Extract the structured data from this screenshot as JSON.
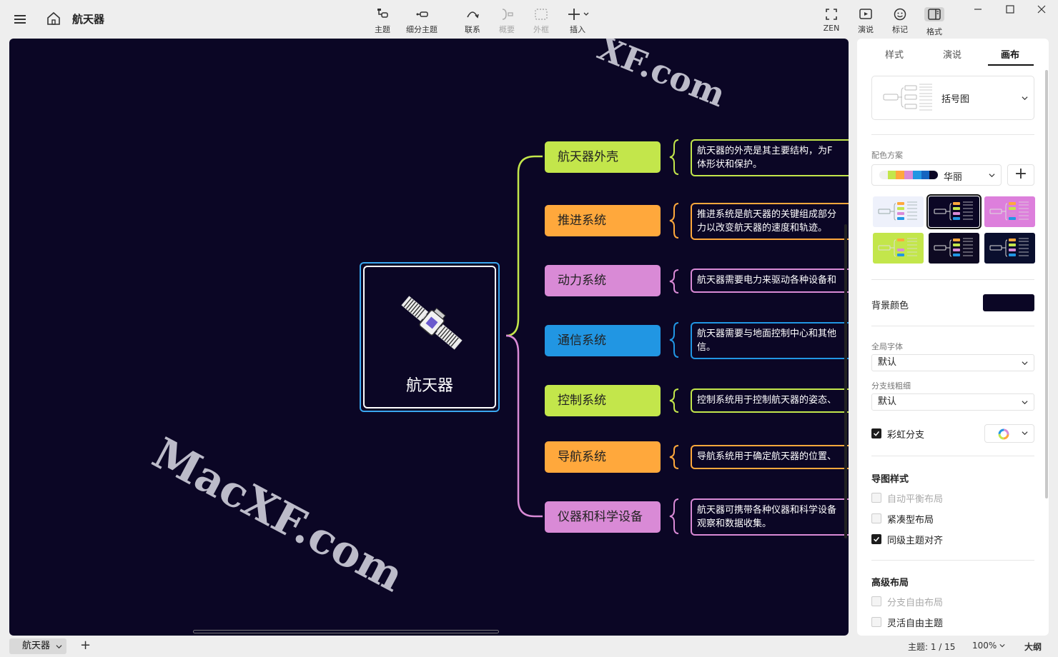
{
  "app": {
    "document_title": "航天器"
  },
  "toolbar": {
    "tools": [
      {
        "label": "主题",
        "icon": "topic-icon",
        "enabled": true
      },
      {
        "label": "细分主题",
        "icon": "subtopic-icon",
        "enabled": true
      },
      {
        "label": "联系",
        "icon": "relationship-icon",
        "enabled": true
      },
      {
        "label": "概要",
        "icon": "summary-icon",
        "enabled": false
      },
      {
        "label": "外框",
        "icon": "boundary-icon",
        "enabled": false
      },
      {
        "label": "插入",
        "icon": "insert-icon",
        "enabled": true
      }
    ],
    "right_tools": [
      {
        "label": "ZEN",
        "icon": "zen-icon",
        "active": false
      },
      {
        "label": "演说",
        "icon": "pitch-icon",
        "active": false
      },
      {
        "label": "标记",
        "icon": "marker-icon",
        "active": false
      },
      {
        "label": "格式",
        "icon": "format-icon",
        "active": true
      }
    ]
  },
  "canvas": {
    "background": "#0b0625",
    "root": {
      "label": "航天器",
      "icon": "satellite-icon"
    },
    "topics": [
      {
        "label": "航天器外壳",
        "color": "#c3e64b",
        "note": [
          "航天器的外壳是其主要结构，为F",
          "体形状和保护。"
        ]
      },
      {
        "label": "推进系统",
        "color": "#ffa83c",
        "note": [
          "推进系统是航天器的关键组成部分",
          "力以改变航天器的速度和轨迹。"
        ]
      },
      {
        "label": "动力系统",
        "color": "#d98ad6",
        "note": [
          "航天器需要电力来驱动各种设备和"
        ]
      },
      {
        "label": "通信系统",
        "color": "#2196e3",
        "note": [
          "航天器需要与地面控制中心和其他",
          "信。"
        ]
      },
      {
        "label": "控制系统",
        "color": "#c3e64b",
        "note": [
          "控制系统用于控制航天器的姿态、"
        ]
      },
      {
        "label": "导航系统",
        "color": "#ffa83c",
        "note": [
          "导航系统用于确定航天器的位置、"
        ]
      },
      {
        "label": "仪器和科学设备",
        "color": "#d98ad6",
        "note": [
          "航天器可携带各种仪器和科学设备",
          "观察和数据收集。"
        ]
      }
    ],
    "watermark_top": "XF.com",
    "watermark_main": "MacXF.com"
  },
  "panel": {
    "tabs": [
      {
        "label": "样式",
        "active": false
      },
      {
        "label": "演说",
        "active": false
      },
      {
        "label": "画布",
        "active": true
      }
    ],
    "structure": "括号图",
    "color_scheme_label": "配色方案",
    "color_scheme_name": "华丽",
    "color_scheme_swatches": [
      "#f0f0f0",
      "#c3e64b",
      "#ffa83c",
      "#d98ad6",
      "#2196e3",
      "#1565c0",
      "#0b0625"
    ],
    "add_label": "+",
    "themes": [
      {
        "bg": "#eef1fb",
        "selected": false
      },
      {
        "bg": "#0b0625",
        "selected": true
      },
      {
        "bg": "#dd7fdc",
        "selected": false
      },
      {
        "bg": "#c3e64b",
        "selected": false
      },
      {
        "bg": "#0e0a22",
        "selected": false
      },
      {
        "bg": "#0a0f2e",
        "selected": false
      }
    ],
    "background_color_label": "背景颜色",
    "background_color": "#0b0625",
    "global_font_label": "全局字体",
    "global_font_value": "默认",
    "branch_width_label": "分支线粗细",
    "branch_width_value": "默认",
    "rainbow_branch": {
      "label": "彩虹分支",
      "checked": true
    },
    "map_style_title": "导图样式",
    "map_style_options": [
      {
        "label": "自动平衡布局",
        "checked": false,
        "enabled": false
      },
      {
        "label": "紧凑型布局",
        "checked": false,
        "enabled": true
      },
      {
        "label": "同级主题对齐",
        "checked": true,
        "enabled": true
      }
    ],
    "advanced_title": "高级布局",
    "advanced_options": [
      {
        "label": "分支自由布局",
        "checked": false,
        "enabled": false
      },
      {
        "label": "灵活自由主题",
        "checked": false,
        "enabled": true
      }
    ]
  },
  "statusbar": {
    "sheet_name": "航天器",
    "add_sheet": "+",
    "topic_count": "主题: 1 / 15",
    "zoom": "100%",
    "outline": "大纲"
  }
}
